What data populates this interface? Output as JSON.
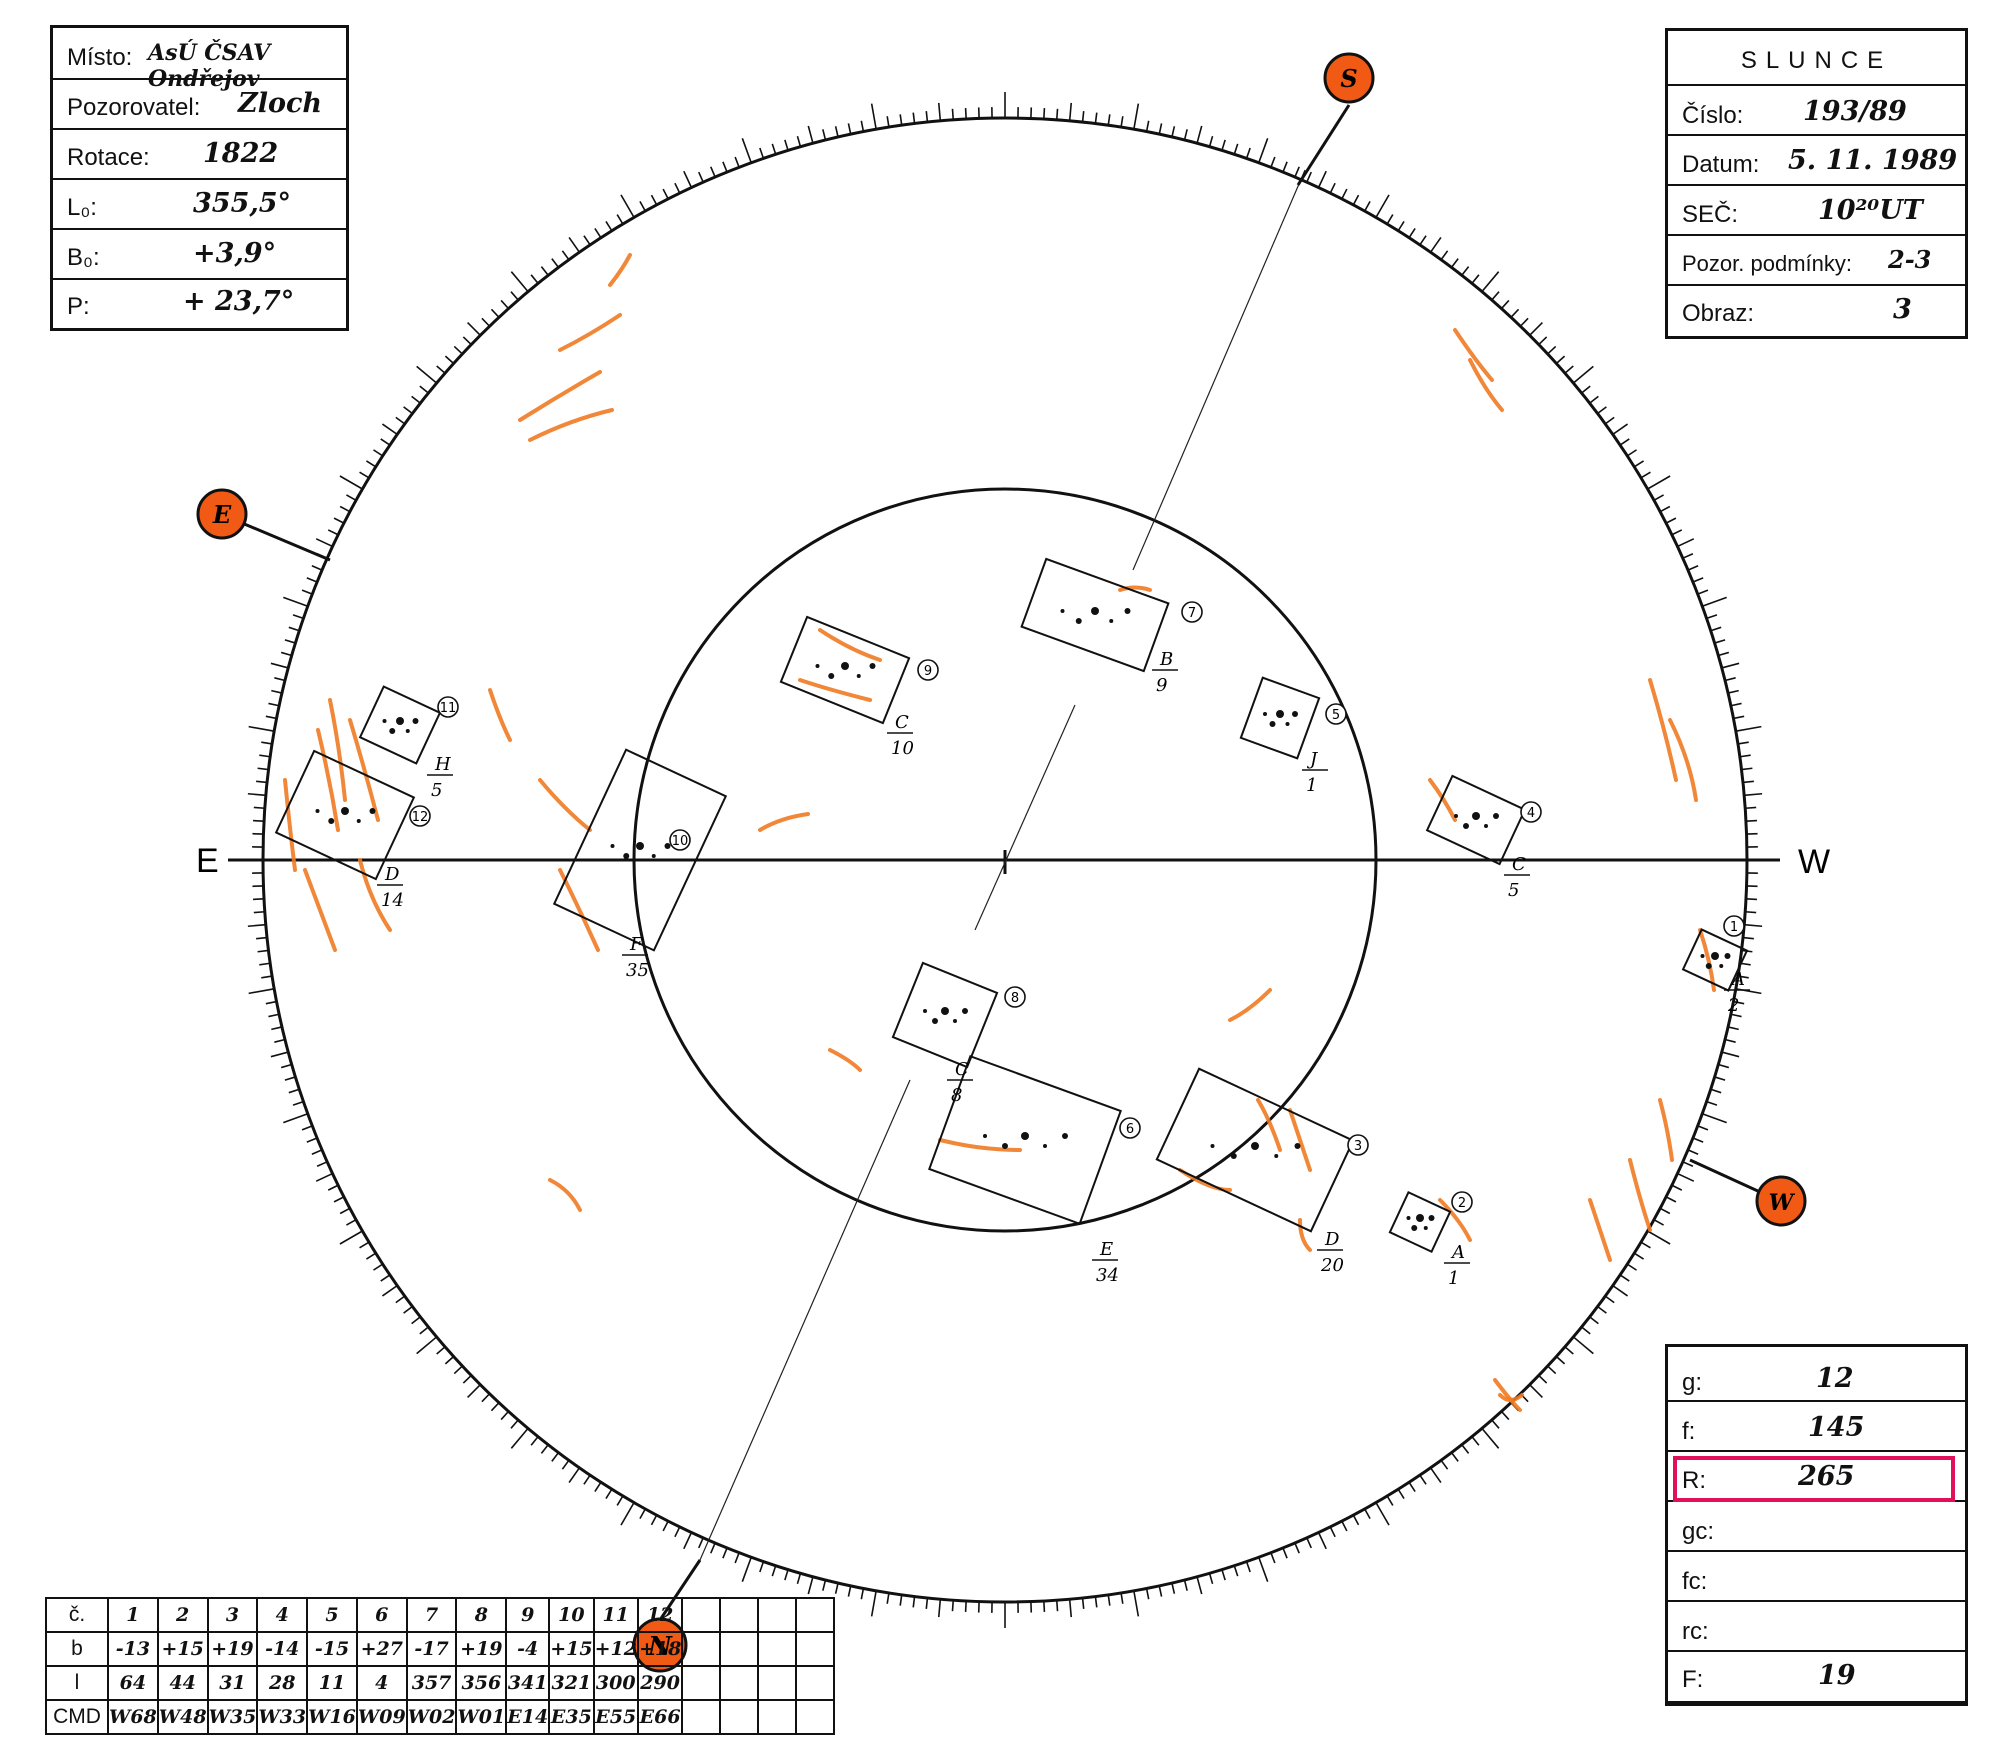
{
  "observation": {
    "misto_label": "Místo:",
    "misto_value": "AsÚ ČSAV Ondřejov",
    "pozorovatel_label": "Pozorovatel:",
    "pozorovatel_value": "Zloch",
    "rotace_label": "Rotace:",
    "rotace_value": "1822",
    "l0_label": "L₀:",
    "l0_value": "355,5°",
    "b0_label": "B₀:",
    "b0_value": "+3,9°",
    "p_label": "P:",
    "p_value": "+ 23,7°"
  },
  "slunce": {
    "title": "SLUNCE",
    "cislo_label": "Číslo:",
    "cislo_value": "193/89",
    "datum_label": "Datum:",
    "datum_value": "5. 11. 1989",
    "sec_label": "SEČ:",
    "sec_value": "10²⁰UT",
    "podminky_label": "Pozor. podmínky:",
    "podminky_value": "2-3",
    "obraz_label": "Obraz:",
    "obraz_value": "3"
  },
  "counts": {
    "g_label": "g:",
    "g_value": "12",
    "f_label": "f:",
    "f_value": "145",
    "r_label": "R:",
    "r_value": "265",
    "gc_label": "gc:",
    "gc_value": "",
    "fc_label": "fc:",
    "fc_value": "",
    "rc_label": "rc:",
    "rc_value": "",
    "F_label": "F:",
    "F_value": "19"
  },
  "directions": {
    "east": "E",
    "west": "W",
    "badge_south": "S",
    "badge_east": "E",
    "badge_west": "W",
    "badge_north": "N"
  },
  "groups": [
    {
      "num": "1",
      "type": "A",
      "count": "2"
    },
    {
      "num": "2",
      "type": "A",
      "count": "1"
    },
    {
      "num": "3",
      "type": "D",
      "count": "20"
    },
    {
      "num": "4",
      "type": "C",
      "count": "5"
    },
    {
      "num": "5",
      "type": "J",
      "count": "1"
    },
    {
      "num": "6",
      "type": "E",
      "count": "34"
    },
    {
      "num": "7",
      "type": "B",
      "count": "9"
    },
    {
      "num": "8",
      "type": "C",
      "count": "8"
    },
    {
      "num": "9",
      "type": "C",
      "count": "10"
    },
    {
      "num": "10",
      "type": "F",
      "count": "35"
    },
    {
      "num": "11",
      "type": "H",
      "count": "5"
    },
    {
      "num": "12",
      "type": "D",
      "count": "14"
    }
  ],
  "table": {
    "row_labels": [
      "č.",
      "b",
      "l",
      "CMD"
    ],
    "numbers": [
      "1",
      "2",
      "3",
      "4",
      "5",
      "6",
      "7",
      "8",
      "9",
      "10",
      "11",
      "12"
    ],
    "b": [
      "-13",
      "+15",
      "+19",
      "-14",
      "-15",
      "+27",
      "-17",
      "+19",
      "-4",
      "+15",
      "+12",
      "+18"
    ],
    "l": [
      "64",
      "44",
      "31",
      "28",
      "11",
      "4",
      "357",
      "356",
      "341",
      "321",
      "300",
      "290"
    ],
    "cmd": [
      "W68",
      "W48",
      "W35",
      "W33",
      "W16",
      "W09",
      "W02",
      "W01",
      "E14",
      "E35",
      "E55",
      "E66"
    ]
  },
  "colors": {
    "facula": "#f07a22",
    "badge": "#f05a14",
    "highlight": "#e0105a",
    "ink": "#111111"
  }
}
